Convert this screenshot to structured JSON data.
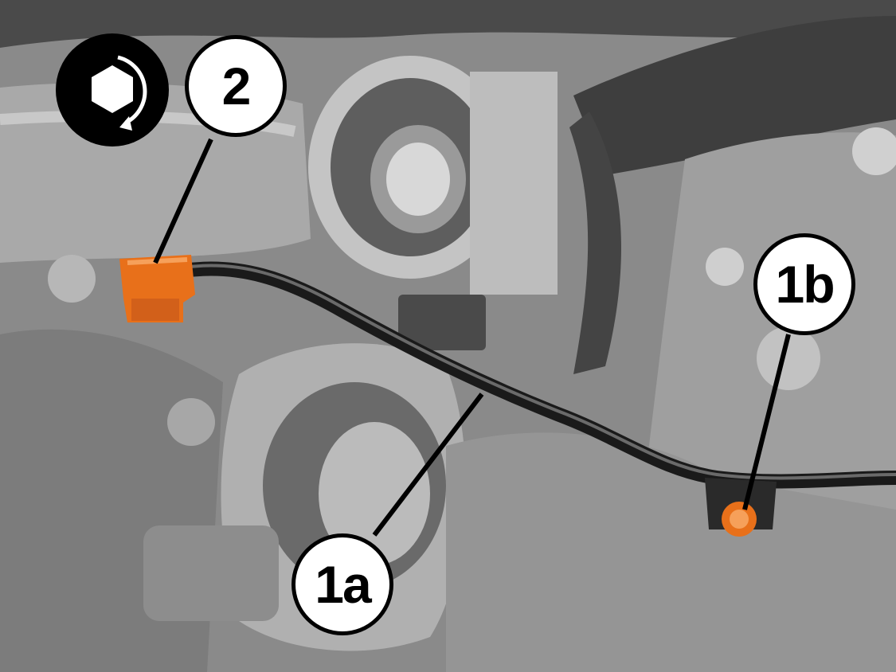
{
  "callouts": {
    "label_2": "2",
    "label_1a": "1a",
    "label_1b": "1b"
  },
  "icons": {
    "tool": "hex-nut-rotate-icon"
  },
  "colors": {
    "highlight_orange": "#e8701a",
    "photo_gray": "#8e8e8e",
    "callout_bg": "#ffffff",
    "callout_border": "#000000"
  }
}
